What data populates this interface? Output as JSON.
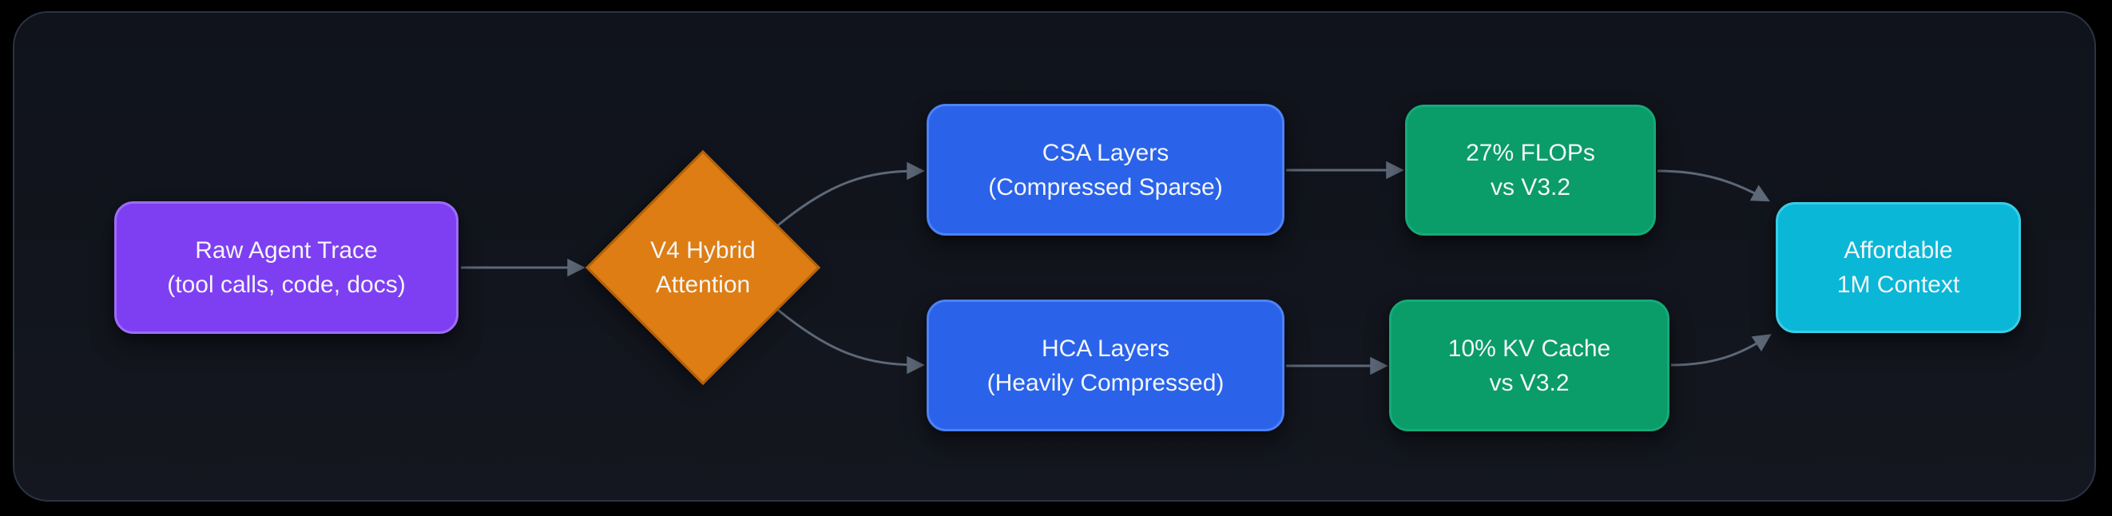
{
  "palette": {
    "background": "#000000",
    "panel_fill": "#12151d",
    "panel_border": "#2b3344",
    "connector": "#5d6878",
    "text": "#f4f6f8",
    "purple_fill": "#7e3ff2",
    "purple_border": "#9d6cf7",
    "orange_fill": "#dd7d13",
    "orange_border": "#b3620a",
    "blue_fill": "#2a63ea",
    "blue_border": "#4d82f5",
    "green_fill": "#0a9c69",
    "green_border": "#16aa79",
    "cyan_fill": "#0ab7d6",
    "cyan_border": "#38cde6"
  },
  "nodes": {
    "raw_trace": {
      "line1": "Raw Agent Trace",
      "line2": "(tool calls, code, docs)"
    },
    "hybrid_attention": {
      "line1": "V4 Hybrid",
      "line2": "Attention"
    },
    "csa_layers": {
      "line1": "CSA Layers",
      "line2": "(Compressed Sparse)"
    },
    "hca_layers": {
      "line1": "HCA Layers",
      "line2": "(Heavily Compressed)"
    },
    "flops": {
      "line1": "27% FLOPs",
      "line2": "vs V3.2"
    },
    "kv_cache": {
      "line1": "10% KV Cache",
      "line2": "vs V3.2"
    },
    "affordable_context": {
      "line1": "Affordable",
      "line2": "1M Context"
    }
  },
  "edges": [
    {
      "from": "raw_trace",
      "to": "hybrid_attention"
    },
    {
      "from": "hybrid_attention",
      "to": "csa_layers"
    },
    {
      "from": "hybrid_attention",
      "to": "hca_layers"
    },
    {
      "from": "csa_layers",
      "to": "flops"
    },
    {
      "from": "hca_layers",
      "to": "kv_cache"
    },
    {
      "from": "flops",
      "to": "affordable_context"
    },
    {
      "from": "kv_cache",
      "to": "affordable_context"
    }
  ]
}
